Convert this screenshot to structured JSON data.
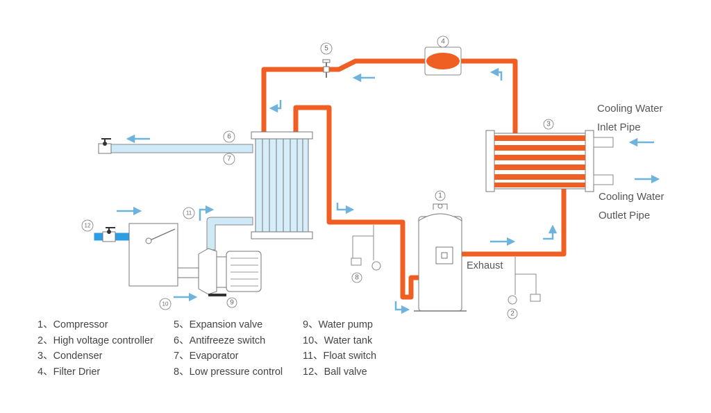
{
  "colors": {
    "refrigerant": "#ef5f23",
    "water": "#cfe9f7",
    "outline": "#777777",
    "arrow": "#6fb2dc"
  },
  "labels": {
    "cooling_water_inlet_1": "Cooling Water",
    "cooling_water_inlet_2": "Inlet Pipe",
    "cooling_water_outlet_1": "Cooling Water",
    "cooling_water_outlet_2": "Outlet Pipe",
    "exhaust": "Exhaust"
  },
  "markers": {
    "m1": "1",
    "m2": "2",
    "m3": "3",
    "m4": "4",
    "m5": "5",
    "m6": "6",
    "m7": "7",
    "m8": "8",
    "m9": "9",
    "m10": "10",
    "m11": "11",
    "m12": "12"
  },
  "legend": {
    "col1": [
      "1、Compressor",
      "2、High voltage controller",
      "3、Condenser",
      "4、Filter Drier"
    ],
    "col2": [
      "5、Expansion valve",
      "6、Antifreeze switch",
      "7、Evaporator",
      "8、Low pressure control"
    ],
    "col3": [
      "9、Water pump",
      "10、Water tank",
      "11、Float switch",
      "12、Ball valve"
    ]
  }
}
